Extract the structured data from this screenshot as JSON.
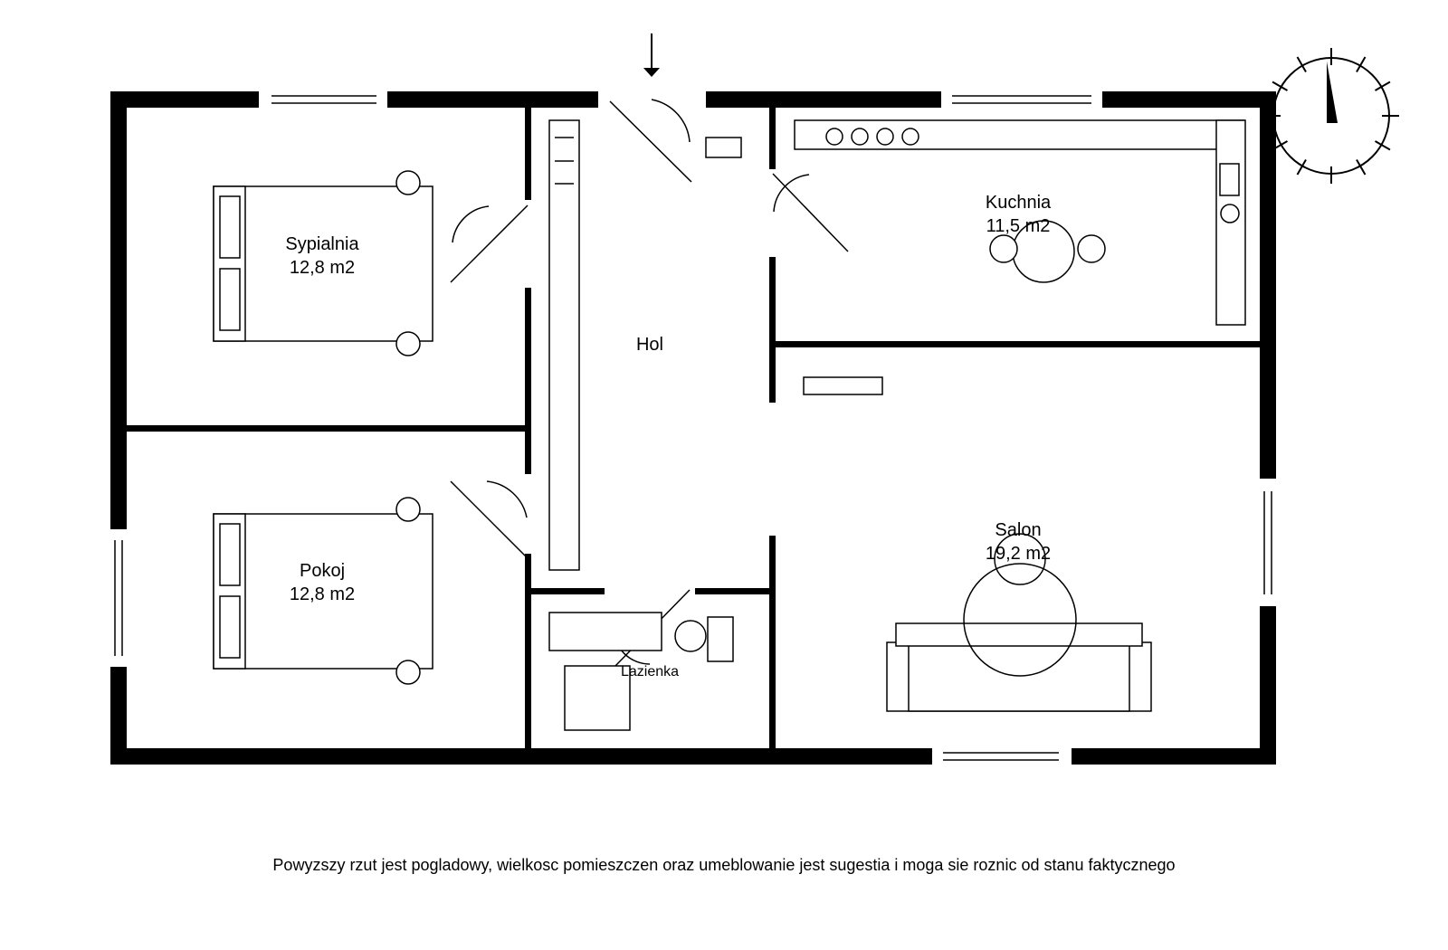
{
  "rooms": {
    "sypialnia": {
      "name": "Sypialnia",
      "area": "12,8 m2"
    },
    "pokoj": {
      "name": "Pokoj",
      "area": "12,8 m2"
    },
    "hol": {
      "name": "Hol"
    },
    "kuchnia": {
      "name": "Kuchnia",
      "area": "11,5 m2"
    },
    "salon": {
      "name": "Salon",
      "area": "19,2 m2"
    },
    "lazienka": {
      "name": "Lazienka"
    }
  },
  "disclaimer": "Powyzszy rzut jest pogladowy, wielkosc pomieszczen oraz umeblowanie jest sugestia i moga sie roznic od stanu faktycznego",
  "icons": {
    "entrance": "arrow-down-icon",
    "compass": "compass-icon"
  },
  "colors": {
    "walls": "#000000",
    "background": "#ffffff"
  }
}
